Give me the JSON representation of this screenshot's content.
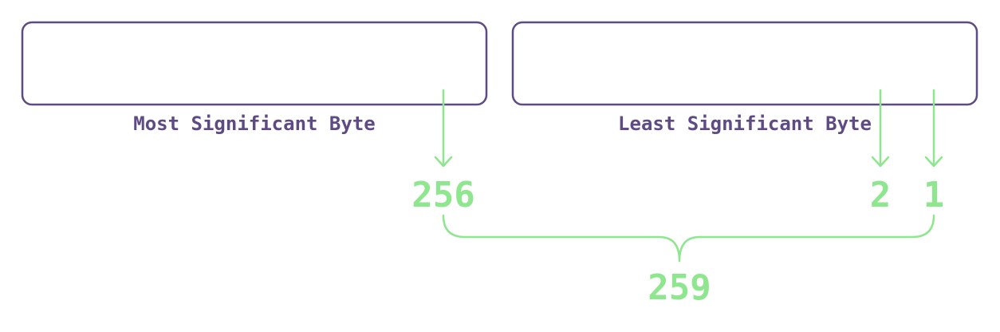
{
  "bytes": {
    "msb_label": "Most Significant Byte",
    "lsb_label": "Least Significant Byte"
  },
  "values": {
    "msb_bit_value": "256",
    "lsb_bit_2_value": "2",
    "lsb_bit_1_value": "1",
    "total": "259"
  },
  "colors": {
    "box_stroke": "#5e4b84",
    "label": "#5e4b84",
    "accent": "#8ee68f",
    "background": "#ffffff"
  }
}
